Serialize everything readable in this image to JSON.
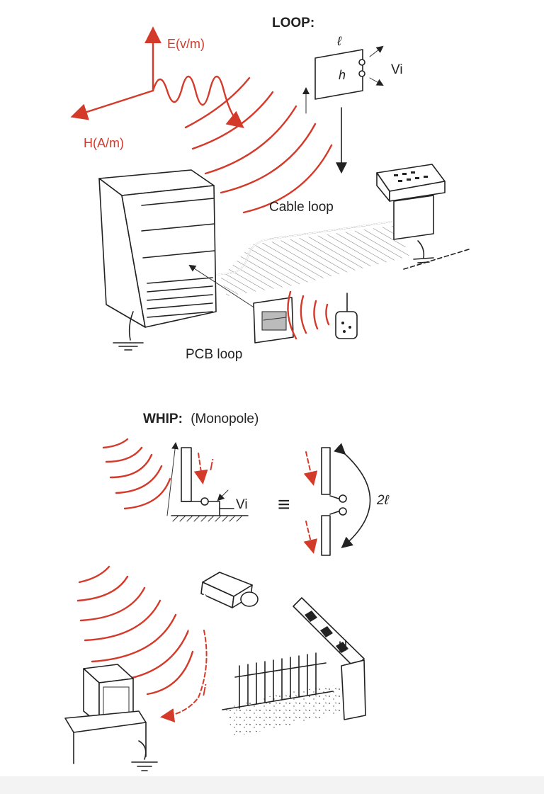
{
  "loop_section": {
    "title": "LOOP:",
    "e_field_label": "E(v/m)",
    "h_field_label": "H(A/m)",
    "loop_length_label": "ℓ",
    "loop_height_label": "h",
    "voltage_label": "Vi",
    "cable_loop_label": "Cable loop",
    "pcb_loop_label": "PCB loop"
  },
  "whip_section": {
    "title": "WHIP:",
    "subtitle": "(Monopole)",
    "current_label": "i",
    "voltage_label": "Vi",
    "equivalence_symbol": "≡",
    "dipole_length_label": "2ℓ",
    "cable_current_label": "i"
  },
  "colors": {
    "field_red": "#d43a2a",
    "ink": "#222222"
  }
}
